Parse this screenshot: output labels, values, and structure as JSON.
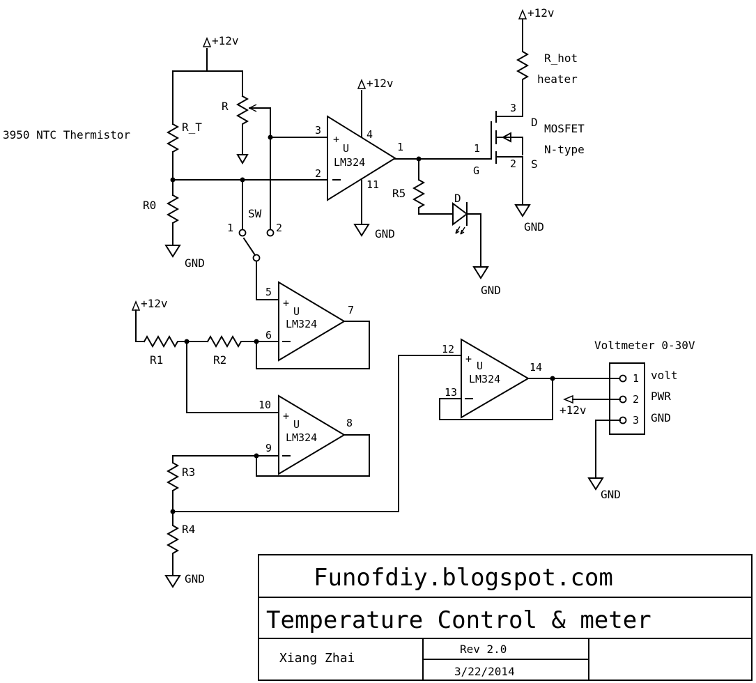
{
  "schematic": {
    "supply": "+12v",
    "ground": "GND",
    "thermistor_desc": "3950 NTC Thermistor",
    "rt": "R_T",
    "r": "R",
    "r0": "R0",
    "sw": "SW",
    "r1": "R1",
    "r2": "R2",
    "r3": "R3",
    "r4": "R4",
    "r5": "R5",
    "d": "D",
    "rhot": "R_hot",
    "heater": "heater",
    "mosfet": "MOSFET",
    "ntype": "N-type",
    "opamp_u": "U",
    "opamp_part": "LM324",
    "gate": "G",
    "drain": "D",
    "source": "S",
    "voltmeter": "Voltmeter 0-30V",
    "vm_pins": [
      "volt",
      "PWR",
      "GND"
    ],
    "pin_numbers": {
      "p1": "1",
      "p2": "2",
      "p3": "3",
      "p4": "4",
      "p5": "5",
      "p6": "6",
      "p7": "7",
      "p8": "8",
      "p9": "9",
      "p10": "10",
      "p11": "11",
      "p12": "12",
      "p13": "13",
      "p14": "14"
    }
  },
  "titleblock": {
    "site": "Funofdiy.blogspot.com",
    "title": "Temperature Control & meter",
    "author": "Xiang Zhai",
    "rev": "Rev 2.0",
    "date": "3/22/2014"
  }
}
